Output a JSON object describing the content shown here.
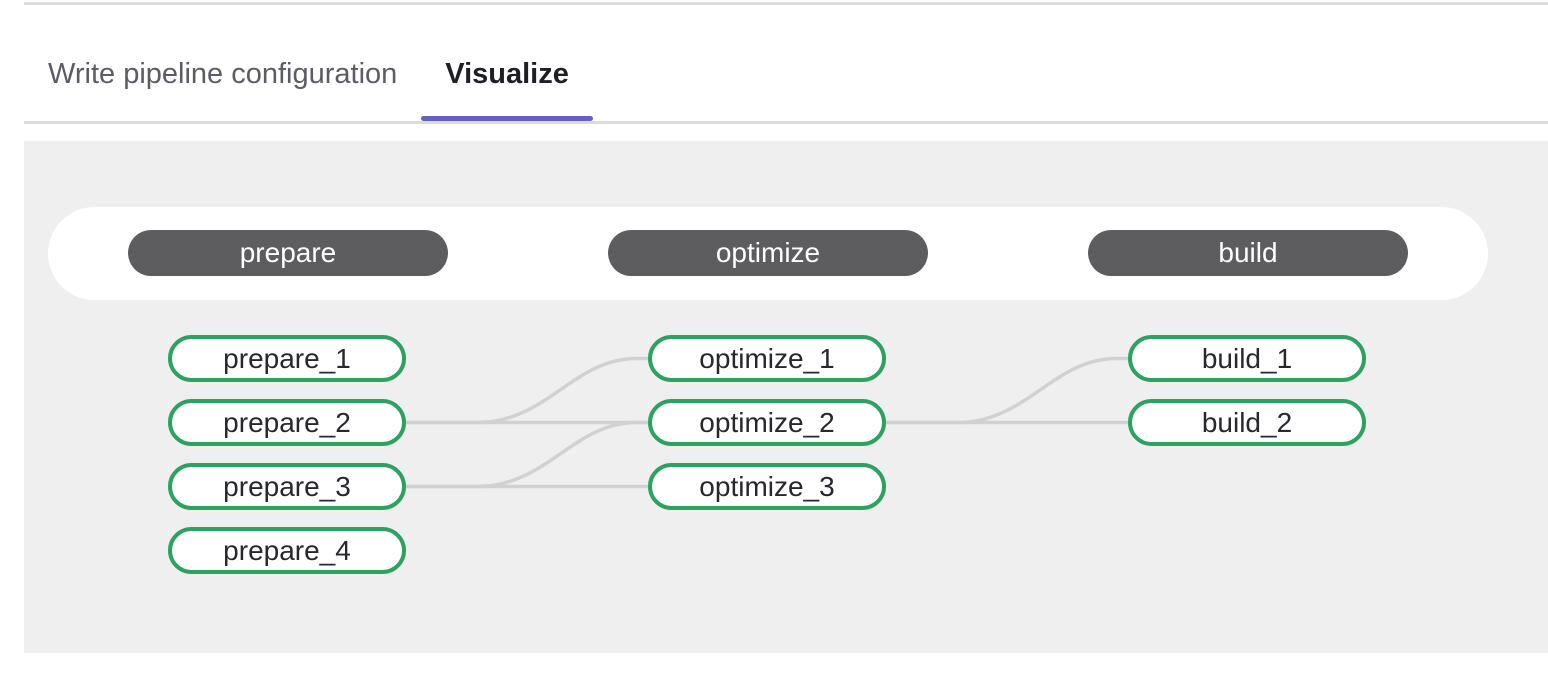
{
  "tabs": {
    "items": [
      {
        "label": "Write pipeline configuration",
        "active": false
      },
      {
        "label": "Visualize",
        "active": true
      }
    ]
  },
  "pipeline": {
    "stages": [
      {
        "name": "prepare",
        "jobs": [
          "prepare_1",
          "prepare_2",
          "prepare_3",
          "prepare_4"
        ]
      },
      {
        "name": "optimize",
        "jobs": [
          "optimize_1",
          "optimize_2",
          "optimize_3"
        ]
      },
      {
        "name": "build",
        "jobs": [
          "build_1",
          "build_2"
        ]
      }
    ],
    "links": [
      {
        "from": "prepare_2",
        "to": "optimize_1"
      },
      {
        "from": "prepare_2",
        "to": "optimize_2"
      },
      {
        "from": "prepare_3",
        "to": "optimize_2"
      },
      {
        "from": "prepare_3",
        "to": "optimize_3"
      },
      {
        "from": "optimize_2",
        "to": "build_1"
      },
      {
        "from": "optimize_2",
        "to": "build_2"
      }
    ]
  },
  "colors": {
    "tab_active_indicator": "#6262c2",
    "tab_inactive_text": "#5d5b63",
    "tab_active_text": "#1f1e24",
    "panel_background": "#efefef",
    "stage_pill_background": "#5d5c5f",
    "stage_pill_text": "#ffffff",
    "job_border": "#2da160",
    "job_text": "#28272d",
    "connector": "#d1d1d1"
  }
}
